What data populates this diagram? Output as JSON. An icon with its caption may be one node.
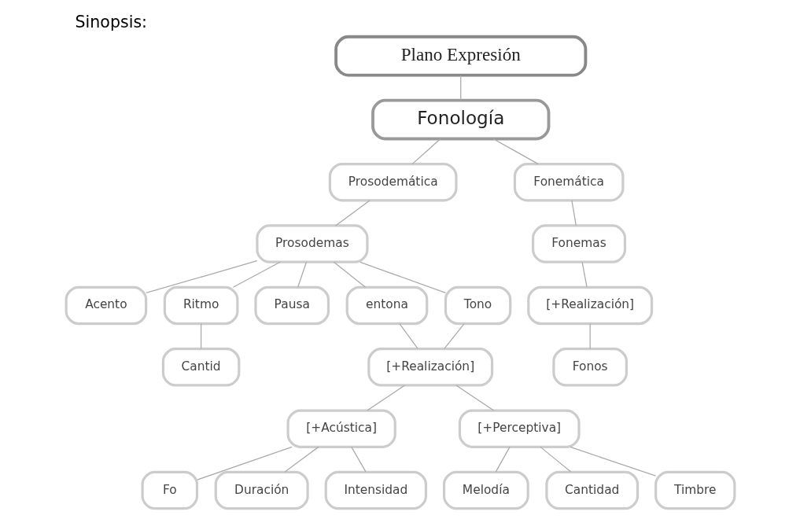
{
  "diagram": {
    "title": "Sinopsis:",
    "nodes": [
      {
        "text": [
          "Plano Expresión"
        ]
      },
      {
        "text": [
          "Fonología"
        ]
      },
      {
        "text": [
          "Prosodemática"
        ]
      },
      {
        "text": [
          "Fonemática"
        ]
      },
      {
        "text": [
          "Prosodemas"
        ]
      },
      {
        "text": [
          "Fonemas"
        ]
      },
      {
        "text": [
          "Tono"
        ]
      },
      {
        "text": [
          "Acento"
        ]
      },
      {
        "text": [
          "Ritmo"
        ]
      },
      {
        "text": [
          "Pausa"
        ]
      },
      {
        "text": [
          "entona"
        ]
      },
      {
        "text": [
          "Cantid"
        ]
      },
      {
        "text": [
          "[+Realización]"
        ]
      },
      {
        "text": [
          "[+Realización]"
        ]
      },
      {
        "text": [
          "Fonos"
        ]
      },
      {
        "text": [
          "[+Acústica]"
        ]
      },
      {
        "text": [
          "[+Perceptiva]"
        ]
      },
      {
        "text": [
          "Fo"
        ]
      },
      {
        "text": [
          "Duración"
        ]
      },
      {
        "text": [
          "Intensidad"
        ]
      },
      {
        "text": [
          "Melodía"
        ]
      },
      {
        "text": [
          "Cantidad"
        ]
      },
      {
        "text": [
          "Timbre"
        ]
      }
    ],
    "edges": [
      {
        "from": 0,
        "to": 1,
        "arrow": "none"
      },
      {
        "from": 1,
        "to": 2,
        "arrow": "none"
      },
      {
        "from": 1,
        "to": 3,
        "arrow": "none"
      },
      {
        "from": 2,
        "to": 4,
        "arrow": "none"
      },
      {
        "from": 3,
        "to": 5,
        "arrow": "none"
      },
      {
        "from": 4,
        "to": 6,
        "arrow": "none"
      },
      {
        "from": 4,
        "to": 7,
        "arrow": "none"
      },
      {
        "from": 4,
        "to": 8,
        "arrow": "none"
      },
      {
        "from": 4,
        "to": 9,
        "arrow": "none"
      },
      {
        "from": 4,
        "to": 10,
        "arrow": "none"
      },
      {
        "from": 8,
        "to": 11,
        "arrow": "none"
      },
      {
        "from": 6,
        "to": 12,
        "arrow": "none"
      },
      {
        "from": 10,
        "to": 12,
        "arrow": "none"
      },
      {
        "from": 5,
        "to": 13,
        "arrow": "none"
      },
      {
        "from": 13,
        "to": 14,
        "arrow": "none"
      },
      {
        "from": 12,
        "to": 15,
        "arrow": "none"
      },
      {
        "from": 12,
        "to": 16,
        "arrow": "none"
      },
      {
        "from": 15,
        "to": 17,
        "arrow": "none"
      },
      {
        "from": 15,
        "to": 18,
        "arrow": "none"
      },
      {
        "from": 15,
        "to": 19,
        "arrow": "none"
      },
      {
        "from": 16,
        "to": 20,
        "arrow": "none"
      },
      {
        "from": 16,
        "to": 21,
        "arrow": "none"
      },
      {
        "from": 16,
        "to": 22,
        "arrow": "none"
      }
    ]
  }
}
